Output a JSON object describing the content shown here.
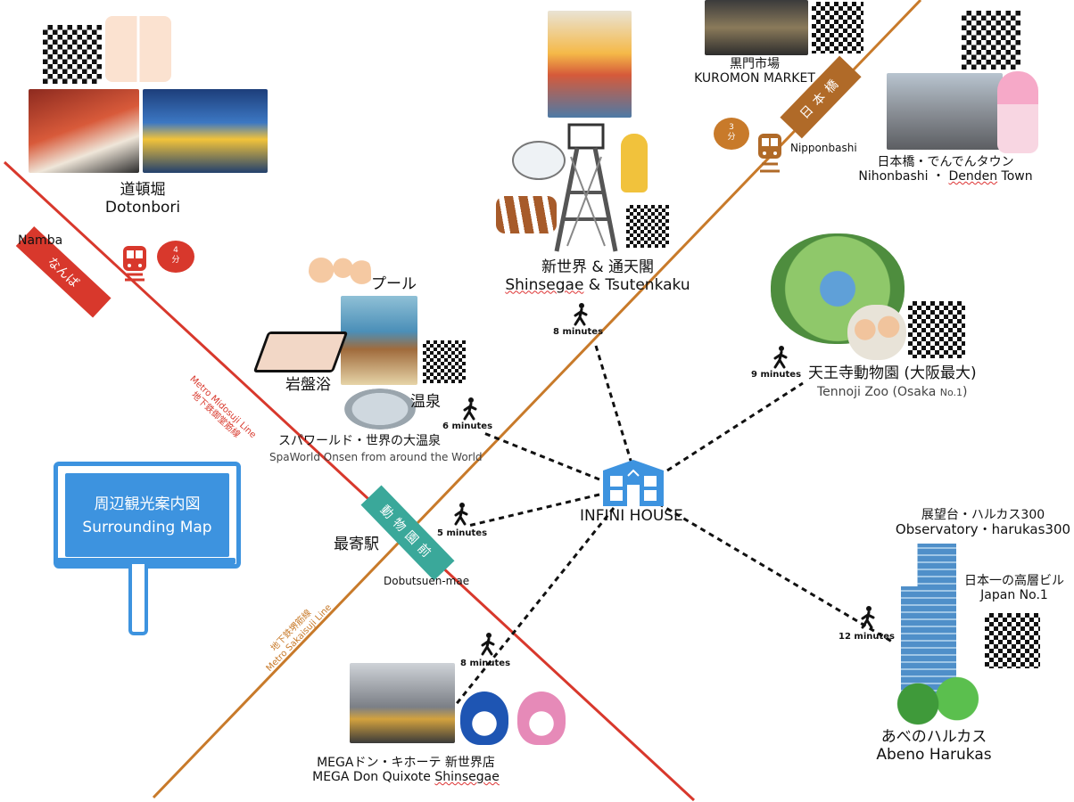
{
  "map_title": {
    "ja": "周辺観光案内図",
    "en": "Surrounding Map"
  },
  "center": {
    "name": "INFINI HOUSE"
  },
  "lines": {
    "midosuji": {
      "en": "Metro Midosuji Line",
      "ja": "地下鉄御堂筋線",
      "color": "#d8382c"
    },
    "sakaisuji": {
      "en": "Metro Sakaisuji Line",
      "ja": "地下鉄堺筋線",
      "color": "#c87a2a"
    }
  },
  "stations": {
    "namba": {
      "badge": "なんば",
      "label": "Namba",
      "minutes": "4",
      "unit": "分",
      "color": "#d8382c"
    },
    "nipponbashi": {
      "badge": "日本橋",
      "label": "Nipponbashi",
      "minutes": "3",
      "unit": "分",
      "color": "#b06a28"
    },
    "dobutsuen": {
      "badge": "動物園前",
      "label": "Dobutsuen-mae",
      "nearest": "最寄駅",
      "color": "#3aa89a"
    }
  },
  "spots": {
    "dotonbori": {
      "ja": "道頓堀",
      "en": "Dotonbori"
    },
    "kuromon": {
      "ja": "黒門市場",
      "en": "KUROMON  MARKET"
    },
    "nihonbashi": {
      "ja": "日本橋・でんでんタウン",
      "en_a": "Nihonbashi ・ ",
      "en_b": "Denden",
      "en_c": " Town"
    },
    "shinsekai": {
      "ja": "新世界 & 通天閣",
      "en_a": "Shinsegae",
      "en_b": " & Tsutenkaku",
      "walk": "8 minutes"
    },
    "zoo": {
      "ja": "天王寺動物園 (大阪最大)",
      "en_a": "Tennoji Zoo (Osaka ",
      "en_b": "No.1",
      "en_c": ")",
      "walk": "9 minutes"
    },
    "spaworld": {
      "pool": "プール",
      "ganbanyoku": "岩盤浴",
      "onsen": "温泉",
      "ja": "スパワールド・世界の大温泉",
      "en": "SpaWorld Onsen from around the World",
      "walk": "6 minutes"
    },
    "dobutsuen_walk": {
      "walk": "5 minutes"
    },
    "harukas": {
      "observatory_ja": "展望台・ハルカス300",
      "observatory_en": "Observatory・harukas300",
      "tallest_ja": "日本一の高層ビル",
      "tallest_en": "Japan No.1",
      "ja": "あべのハルカス",
      "en": "Abeno Harukas",
      "walk": "12 minutes"
    },
    "donki": {
      "ja": "MEGAドン・キホーテ 新世界店",
      "en_a": "MEGA Don Quixote ",
      "en_b": "Shinsegae",
      "walk": "8 minutes"
    }
  }
}
